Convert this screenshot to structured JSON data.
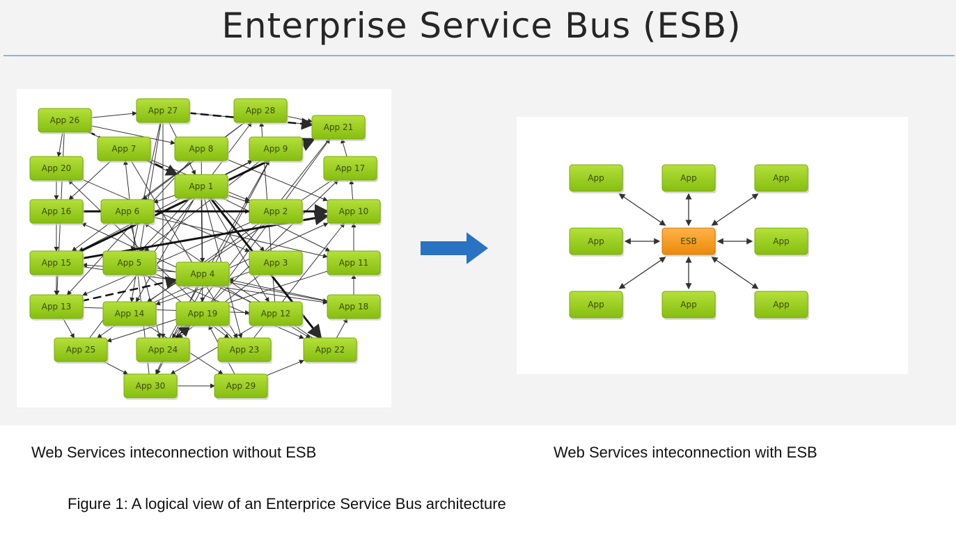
{
  "title": "Enterprise Service Bus (ESB)",
  "captions": {
    "left": "Web Services inteconnection without ESB",
    "right": "Web Services inteconnection with ESB",
    "figure": "Figure 1: A logical view of an Enterprice Service Bus architecture"
  },
  "colors": {
    "node_green": "#9acd1a",
    "node_green_dark": "#7aab0c",
    "esb_orange": "#f29a1a",
    "arrow_blue": "#2a72c2",
    "rule_blue": "#8cb4dc"
  },
  "without_esb": {
    "nodes": [
      "App 26",
      "App 27",
      "App 28",
      "App 21",
      "App 7",
      "App 8",
      "App 9",
      "App 20",
      "App 17",
      "App 1",
      "App 16",
      "App 6",
      "App 2",
      "App 10",
      "App 15",
      "App 5",
      "App 4",
      "App 3",
      "App 11",
      "App 13",
      "App 14",
      "App 19",
      "App 12",
      "App 18",
      "App 25",
      "App 24",
      "App 23",
      "App 22",
      "App 30",
      "App 29"
    ]
  },
  "with_esb": {
    "hub": "ESB",
    "apps": [
      "App",
      "App",
      "App",
      "App",
      "App",
      "App",
      "App",
      "App"
    ]
  }
}
